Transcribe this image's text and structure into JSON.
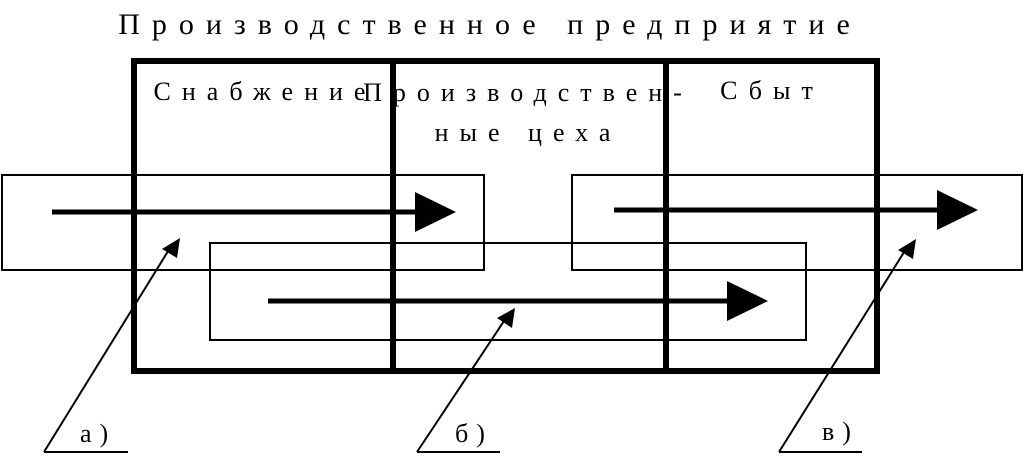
{
  "title": "Производственное предприятие",
  "sections": [
    {
      "id": "supply",
      "lines": [
        "Снабжение"
      ]
    },
    {
      "id": "production",
      "lines": [
        "Производствен-",
        "ные цеха"
      ]
    },
    {
      "id": "sales",
      "lines": [
        "Сбыт"
      ]
    }
  ],
  "flows": [
    {
      "id": "a",
      "label": "а)"
    },
    {
      "id": "b",
      "label": "б)"
    },
    {
      "id": "c",
      "label": "в)"
    }
  ],
  "colors": {
    "stroke": "#000000",
    "background": "#ffffff"
  }
}
